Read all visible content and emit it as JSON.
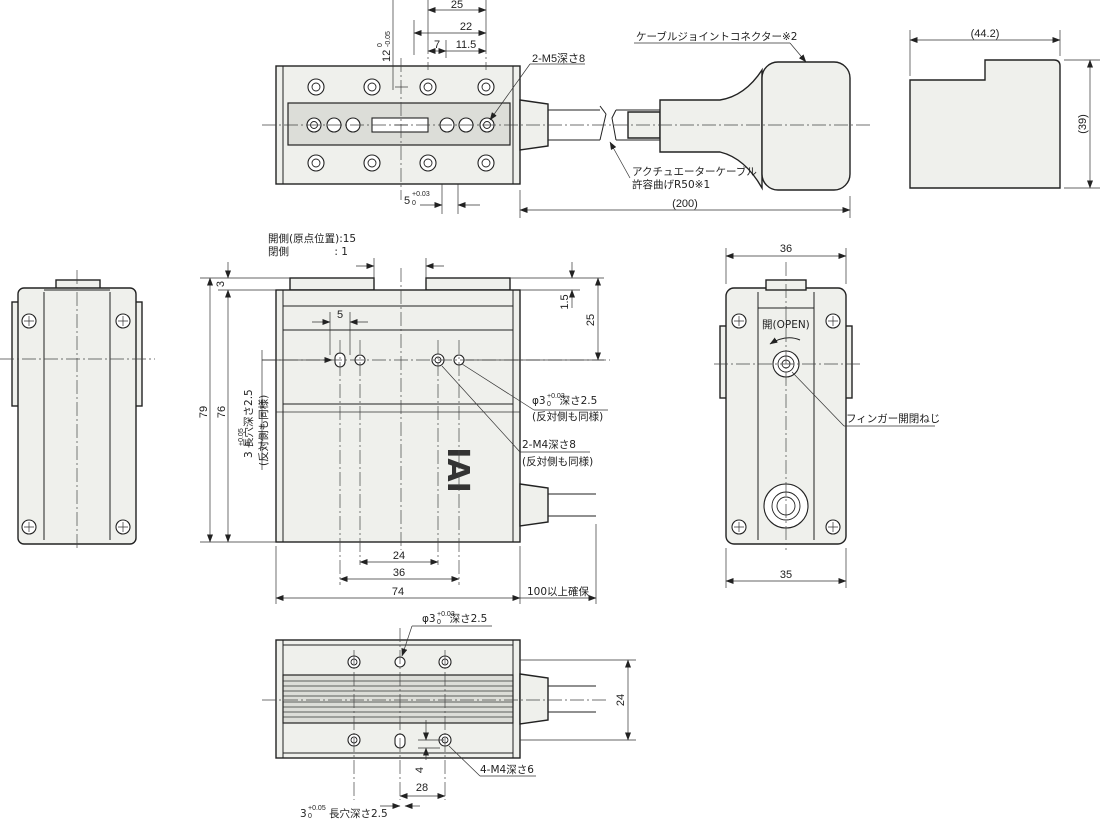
{
  "top_view": {
    "dims": {
      "d25": "25",
      "d22": "22",
      "d7": "7",
      "d11_5": "11.5",
      "d12": "12",
      "d12_tol": "0",
      "d12_tol2": "-0.05",
      "d5": "5",
      "d5_tol": "+0.03",
      "d5_tol2": "0",
      "d200": "(200)"
    },
    "labels": {
      "m5": "2-M5深さ8",
      "connector": "ケーブルジョイントコネクター※2",
      "cable_l1": "アクチュエーターケーブル",
      "cable_l2": "許容曲げR50※1"
    }
  },
  "connector_view": {
    "d44": "(44.2)",
    "d39": "(39)"
  },
  "front_view": {
    "open_side_l1": "開側(原点位置):15",
    "open_side_l2": "閉側　　　　 : 1",
    "dims": {
      "d3": "3",
      "d79": "79",
      "d76": "76",
      "d5": "5",
      "d1_5": "1.5",
      "d25": "25",
      "d24": "24",
      "d36": "36",
      "d74": "74",
      "d100": "100以上確保"
    },
    "labels": {
      "phi3_pre": "φ3",
      "phi3_tol": "+0.03",
      "phi3_tol2": "0",
      "phi3_suf": "深さ2.5",
      "phi3_sub": "(反対側も同様)",
      "m4": "2-M4深さ8",
      "m4_sub": "(反対側も同様)",
      "slot_l1": "3  長穴深さ2.5",
      "slot_tol": "+0.05",
      "slot_tol2": "0",
      "slot_l2": "(反対側も同様)"
    },
    "logo": "IAI"
  },
  "side_view": {
    "d36": "36",
    "d35": "35",
    "open": "開(OPEN)",
    "finger_screw": "フィンガー開閉ねじ"
  },
  "bottom_view": {
    "phi3_pre": "φ3",
    "phi3_tol": "+0.03",
    "phi3_tol2": "0",
    "phi3_suf": "深さ2.5",
    "m4": "4-M4深さ6",
    "d24": "24",
    "d4": "4",
    "d28": "28",
    "slot_pre": "3",
    "slot_tol": "+0.05",
    "slot_tol2": "0",
    "slot_suf": "長穴深さ2.5"
  }
}
